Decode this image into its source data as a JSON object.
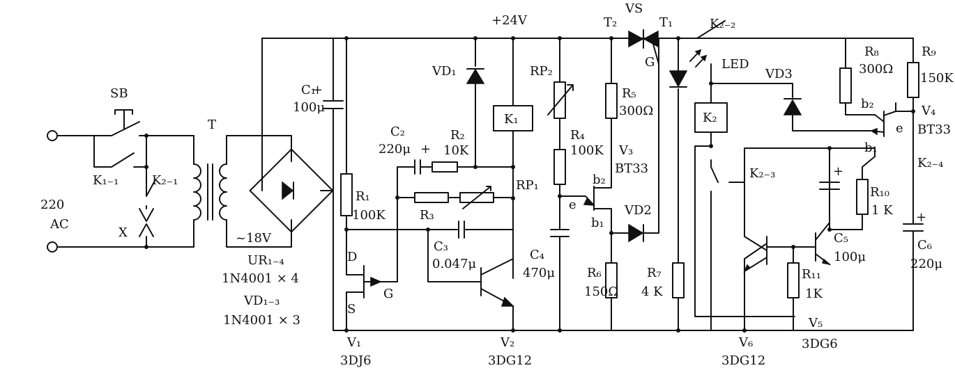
{
  "labels": {
    "sb": "SB",
    "t": "T",
    "ac1": "220",
    "ac2": "AC",
    "x": "X",
    "k11": "K₁₋₁",
    "k21": "K₂₋₁",
    "c1": "C₁",
    "c1v": "100μ",
    "v18": "~18V",
    "ur": "UR₁₋₄",
    "ur_part": "1N4001 × 4",
    "vd_set": "VD₁₋₃",
    "vd_part": "1N4001 × 3",
    "r1": "R₁",
    "r1v": "100K",
    "d": "D",
    "g": "G",
    "s": "S",
    "v1": "V₁",
    "v1p": "3DJ6",
    "v24": "+24V",
    "vd1": "VD₁",
    "k1": "K₁",
    "c2": "C₂",
    "c2v": "220μ",
    "plus": "+",
    "r2": "R₂",
    "r2v": "10K",
    "r3": "R₃",
    "rp1": "RP₁",
    "c3": "C₃",
    "c3v": "0.047μ",
    "v2": "V₂",
    "v2p": "3DG12",
    "rp2": "RP₂",
    "r4": "R₄",
    "r4v": "100K",
    "c4": "C₄",
    "c4v": "470μ",
    "r6": "R₆",
    "r6v": "150Ω",
    "vs": "VS",
    "t2": "T₂",
    "t1": "T₁",
    "vs_g": "G",
    "r5": "R₅",
    "r5v": "300Ω",
    "v3": "V₃",
    "v3p": "BT33",
    "b2": "b₂",
    "b1": "b₁",
    "e": "e",
    "vd2": "VD2",
    "r7": "R₇",
    "r7v": "4 K",
    "k22": "K₂₋₂",
    "led": "LED",
    "vd3": "VD3",
    "k2": "K₂",
    "k23": "K₂₋₃",
    "r8": "R₈",
    "r8v": "300Ω",
    "r9": "R₉",
    "r9v": "150K",
    "v4": "V₄",
    "v4p": "BT33",
    "k24": "K₂₋₄",
    "r10": "R₁₀",
    "r10v": "1 K",
    "c5": "C₅",
    "c5v": "100μ",
    "c6": "C₆",
    "c6v": "220μ",
    "r11": "R₁₁",
    "r11v": "1K",
    "v5": "V₅",
    "v5p": "3DG6",
    "v6": "V₆",
    "v6p": "3DG12"
  }
}
